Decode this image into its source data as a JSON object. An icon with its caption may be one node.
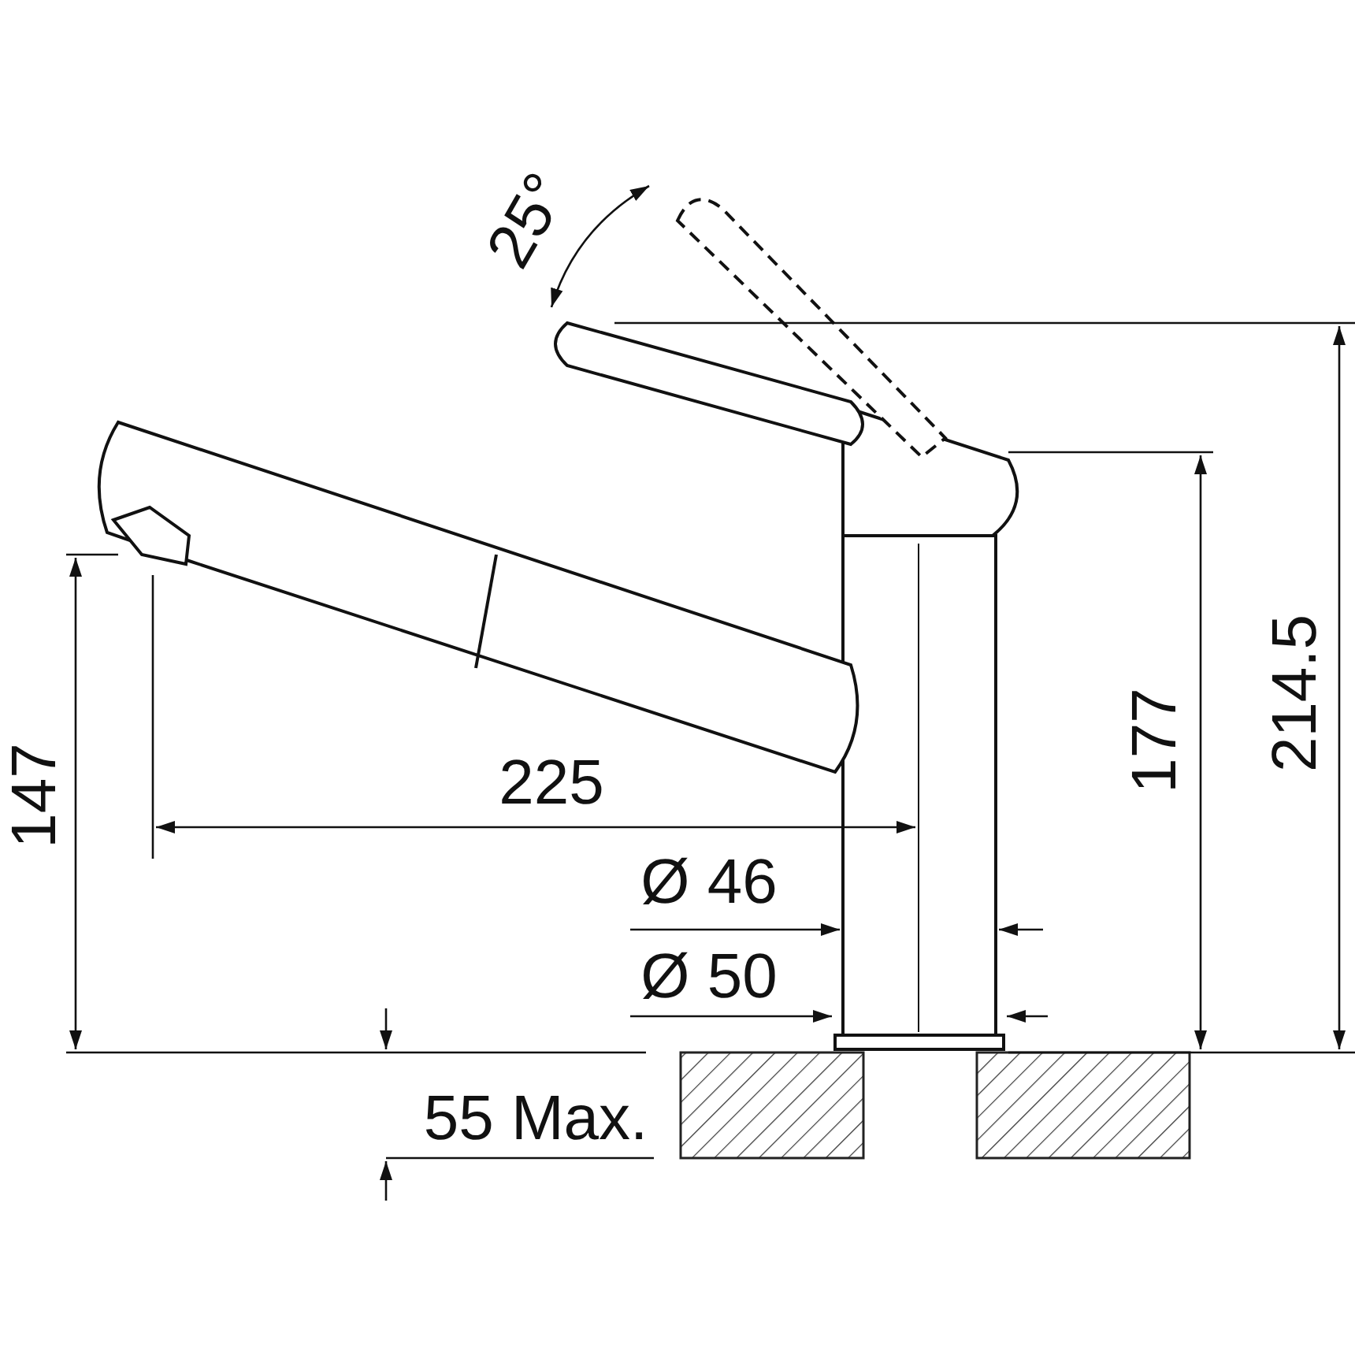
{
  "diagram": {
    "labels": [
      "25°",
      "214.5",
      "177",
      "147",
      "225",
      "Ø 46",
      "Ø 50",
      "55 Max."
    ]
  }
}
